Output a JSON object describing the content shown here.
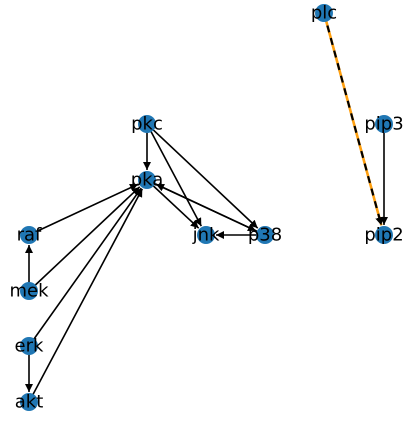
{
  "graph": {
    "node_color": "#2077b4",
    "edge_color": "#000000",
    "highlight_color": "#ff9f0e",
    "nodes": [
      {
        "id": "plc",
        "label": "plc"
      },
      {
        "id": "pip3",
        "label": "pip3"
      },
      {
        "id": "pip2",
        "label": "pip2"
      },
      {
        "id": "pkc",
        "label": "pkc"
      },
      {
        "id": "pka",
        "label": "pka"
      },
      {
        "id": "raf",
        "label": "raf"
      },
      {
        "id": "mek",
        "label": "mek"
      },
      {
        "id": "jnk",
        "label": "jnk"
      },
      {
        "id": "p38",
        "label": "p38"
      },
      {
        "id": "erk",
        "label": "erk"
      },
      {
        "id": "akt",
        "label": "akt"
      }
    ],
    "edges": [
      {
        "source": "pkc",
        "target": "pka",
        "highlighted": false
      },
      {
        "source": "pkc",
        "target": "jnk",
        "highlighted": false
      },
      {
        "source": "pkc",
        "target": "p38",
        "highlighted": false
      },
      {
        "source": "pka",
        "target": "jnk",
        "highlighted": false
      },
      {
        "source": "pka",
        "target": "p38",
        "highlighted": false
      },
      {
        "source": "p38",
        "target": "pka",
        "highlighted": false
      },
      {
        "source": "raf",
        "target": "pka",
        "highlighted": false
      },
      {
        "source": "mek",
        "target": "pka",
        "highlighted": false
      },
      {
        "source": "mek",
        "target": "raf",
        "highlighted": false
      },
      {
        "source": "erk",
        "target": "pka",
        "highlighted": false
      },
      {
        "source": "erk",
        "target": "akt",
        "highlighted": false
      },
      {
        "source": "akt",
        "target": "pka",
        "highlighted": false
      },
      {
        "source": "p38",
        "target": "jnk",
        "highlighted": false
      },
      {
        "source": "pip3",
        "target": "pip2",
        "highlighted": false
      },
      {
        "source": "plc",
        "target": "pip2",
        "highlighted": true
      }
    ]
  }
}
